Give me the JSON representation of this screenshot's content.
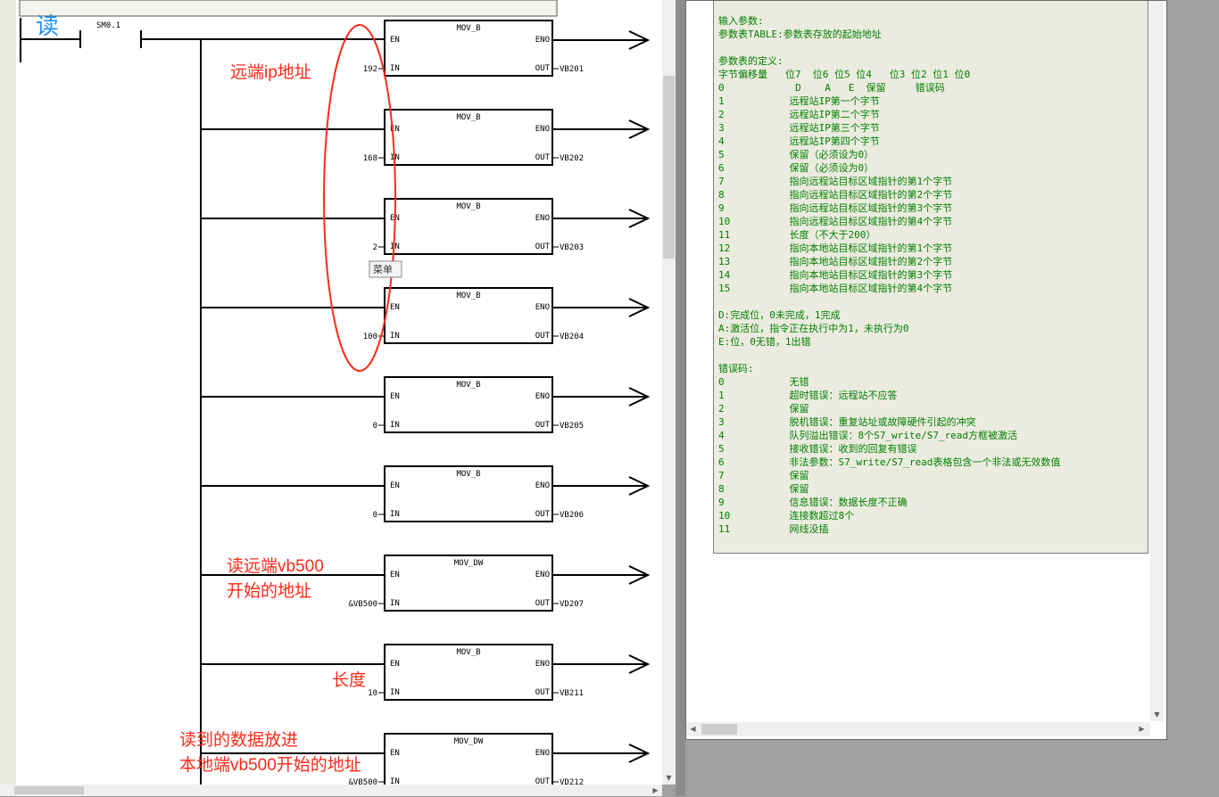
{
  "ladder": {
    "read_label": "读",
    "contact_label": "SM0.1",
    "box_pins": {
      "en": "EN",
      "eno": "ENO",
      "in": "IN",
      "out": "OUT"
    },
    "boxes": [
      {
        "title": "MOV_B",
        "in": "192",
        "out": "VB201"
      },
      {
        "title": "MOV_B",
        "in": "168",
        "out": "VB202"
      },
      {
        "title": "MOV_B",
        "in": "2",
        "out": "VB203"
      },
      {
        "title": "MOV_B",
        "in": "100",
        "out": "VB204"
      },
      {
        "title": "MOV_B",
        "in": "0",
        "out": "VB205"
      },
      {
        "title": "MOV_B",
        "in": "0",
        "out": "VB206"
      },
      {
        "title": "MOV_DW",
        "in": "&VB500",
        "out": "VD207"
      },
      {
        "title": "MOV_B",
        "in": "10",
        "out": "VB211"
      },
      {
        "title": "MOV_DW",
        "in": "&VB500",
        "out": "VD212"
      }
    ],
    "tooltip": "菜单",
    "annotations": {
      "remote_ip": "远端ip地址",
      "read_remote_1": "读远端vb500",
      "read_remote_2": "开始的地址",
      "length": "长度",
      "store_1": "读到的数据放进",
      "store_2": "本地端vb500开始的地址"
    },
    "annotation_color": "#ff2a1a",
    "read_label_color": "#1e90ff"
  },
  "help_lines": [
    "输入参数:",
    "参数表TABLE:参数表存放的起始地址",
    "",
    "参数表的定义:",
    "字节偏移量   位7  位6 位5 位4   位3 位2 位1 位0",
    "0            D    A   E  保留     错误码",
    "1           远程站IP第一个字节",
    "2           远程站IP第二个字节",
    "3           远程站IP第三个字节",
    "4           远程站IP第四个字节",
    "5           保留（必须设为0）",
    "6           保留（必须设为0）",
    "7           指向远程站目标区域指针的第1个字节",
    "8           指向远程站目标区域指针的第2个字节",
    "9           指向远程站目标区域指针的第3个字节",
    "10          指向远程站目标区域指针的第4个字节",
    "11          长度（不大于200）",
    "12          指向本地站目标区域指针的第1个字节",
    "13          指向本地站目标区域指针的第2个字节",
    "14          指向本地站目标区域指针的第3个字节",
    "15          指向本地站目标区域指针的第4个字节",
    "",
    "D:完成位，0未完成，1完成",
    "A:激活位，指令正在执行中为1，未执行为0",
    "E:位，0无错，1出错",
    "",
    "错误码:",
    "0           无错",
    "1           超时错误：远程站不应答",
    "2           保留",
    "3           脱机错误：重复站址或故障硬件引起的冲突",
    "4           队列溢出错误：8个S7_write/S7_read方框被激活",
    "5           接收错误：收到的回复有错误",
    "6           非法参数：S7_write/S7_read表格包含一个非法或无效数值",
    "7           保留",
    "8           保留",
    "9           信息错误：数据长度不正确",
    "10          连接数超过8个",
    "11          网线没插"
  ],
  "colors": {
    "help_text": "#008000",
    "help_bg": "#ecebe0",
    "annotation": "#ff2a1a"
  }
}
